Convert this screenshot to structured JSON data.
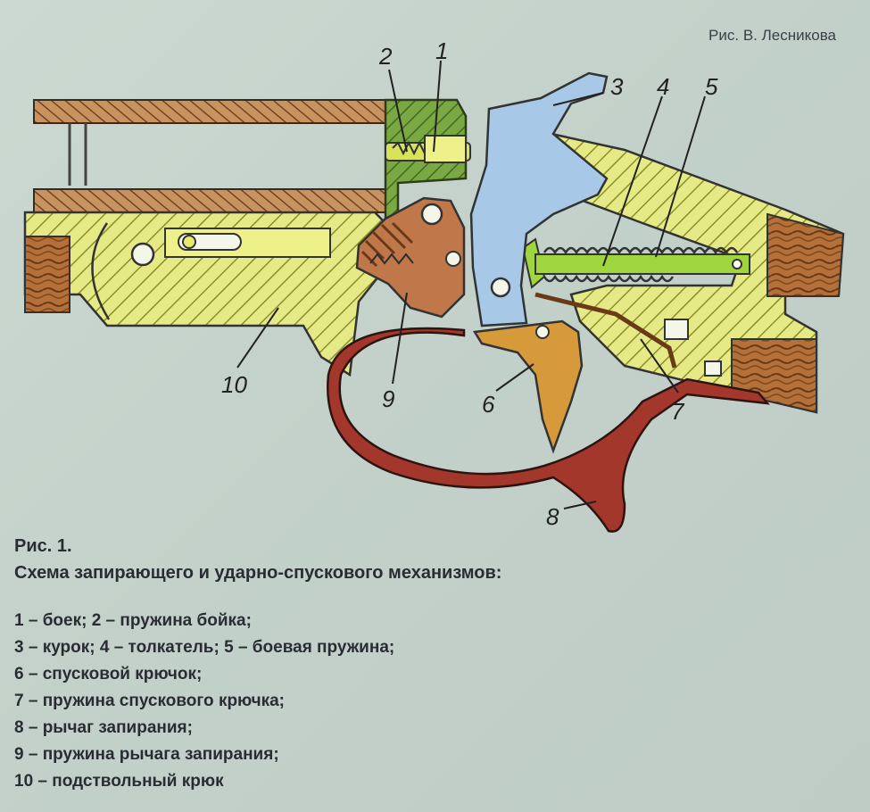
{
  "credit": "Рис. В. Лесникова",
  "labels": [
    "1",
    "2",
    "3",
    "4",
    "5",
    "6",
    "7",
    "8",
    "9",
    "10"
  ],
  "caption": {
    "figure": "Рис. 1.",
    "title": "Схема запирающего и ударно-спускового механизмов:",
    "legend": [
      "1 – боек; 2 – пружина бойка;",
      "3 – курок; 4 – толкатель; 5 – боевая пружина;",
      "6 – спусковой крючок;",
      "7 – пружина спускового крючка;",
      "8 – рычаг запирания;",
      "9 – пружина рычага запирания;",
      "10 – подствольный крюк"
    ]
  },
  "colors": {
    "receiver_yellow": "#e6ea86",
    "hatch": "#8a8f2a",
    "hammer_blue": "#a8c8e8",
    "trigger_orange": "#d79a3b",
    "lever_red": "#a4372c",
    "wood": "#b06a3a",
    "barrel_brown": "#c08a50",
    "spring_green": "#9fd640"
  }
}
